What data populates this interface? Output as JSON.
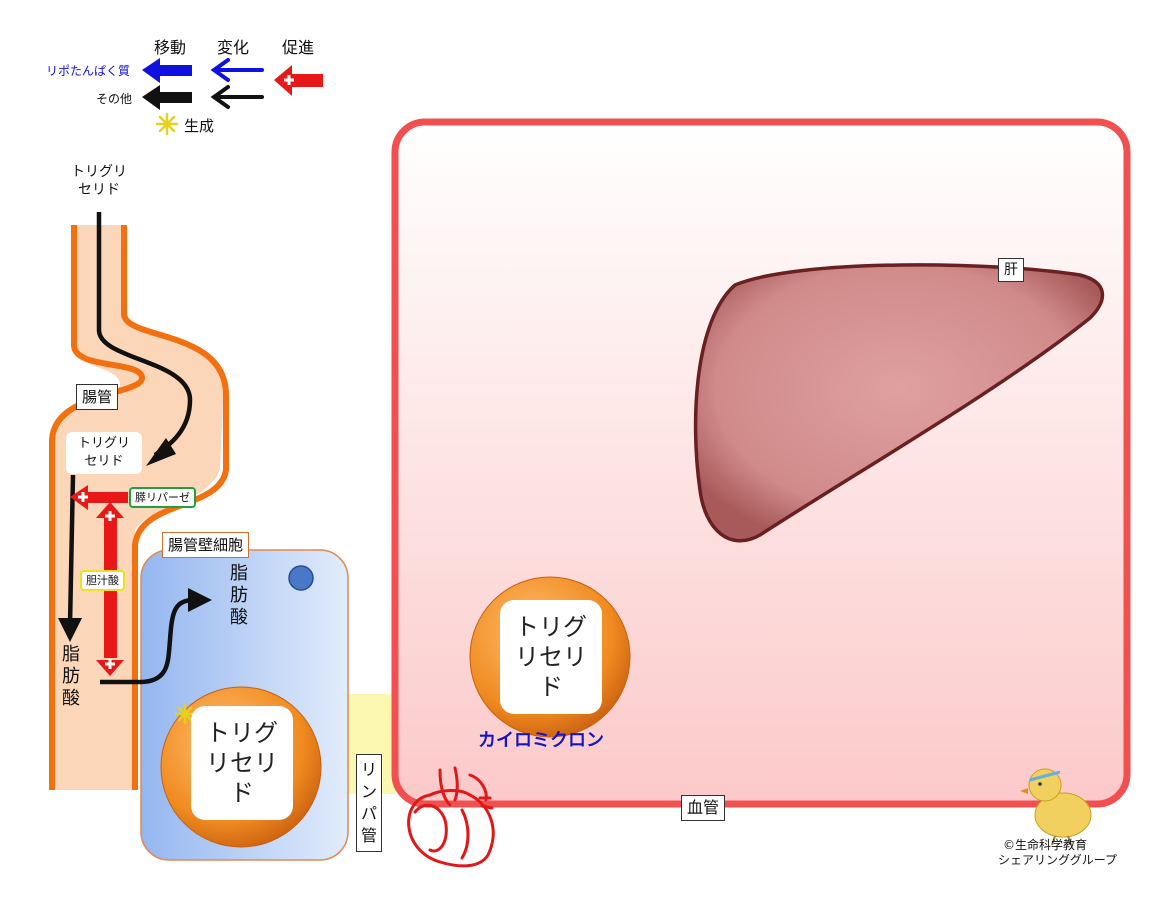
{
  "legend": {
    "header_move": "移動",
    "header_change": "変化",
    "header_promote": "促進",
    "row_lipoprotein": "リポたんぱく質",
    "row_other": "その他",
    "generate": "生成"
  },
  "labels": {
    "tg_input": "トリグリ\nセリド",
    "intestine": "腸管",
    "tg_lumen": "トリグリ\nセリド",
    "pancreatic_lipase": "膵リパーゼ",
    "bile_acid": "胆汁酸",
    "fatty_acid_lumen": "脂\n肪\n酸",
    "epithelial_cell": "腸管壁細胞",
    "fatty_acid_cell": "脂\n肪\n酸",
    "tg_cell": "トリグ\nリセリ\nド",
    "lymph_duct": "リ\nン\nパ\n管",
    "liver": "肝",
    "tg_blood": "トリグ\nリセリ\nド",
    "chylomicron": "カイロミクロン",
    "blood_vessel": "血管",
    "credit_line1": "©生命科学教育",
    "credit_line2": "シェアリンググループ"
  },
  "colors": {
    "lipoprotein_arrow": "#1010e0",
    "other_arrow": "#111111",
    "promote_arrow": "#e81818",
    "intestine_wall": "#f07010",
    "intestine_fill": "#fbd6b8",
    "vessel_border": "#f05050",
    "cell_fill": "#a8c4f0",
    "lymph_fill": "#fbf5a8",
    "liver_fill": "#c87878",
    "particle_fill": "#f08a20",
    "chylomicron_text": "#1414cc"
  },
  "icons": {
    "generate": "asterisk-spark-icon",
    "nucleus": "nucleus-dot-icon",
    "heart": "heart-icon",
    "mascot": "chick-mascot-icon"
  }
}
